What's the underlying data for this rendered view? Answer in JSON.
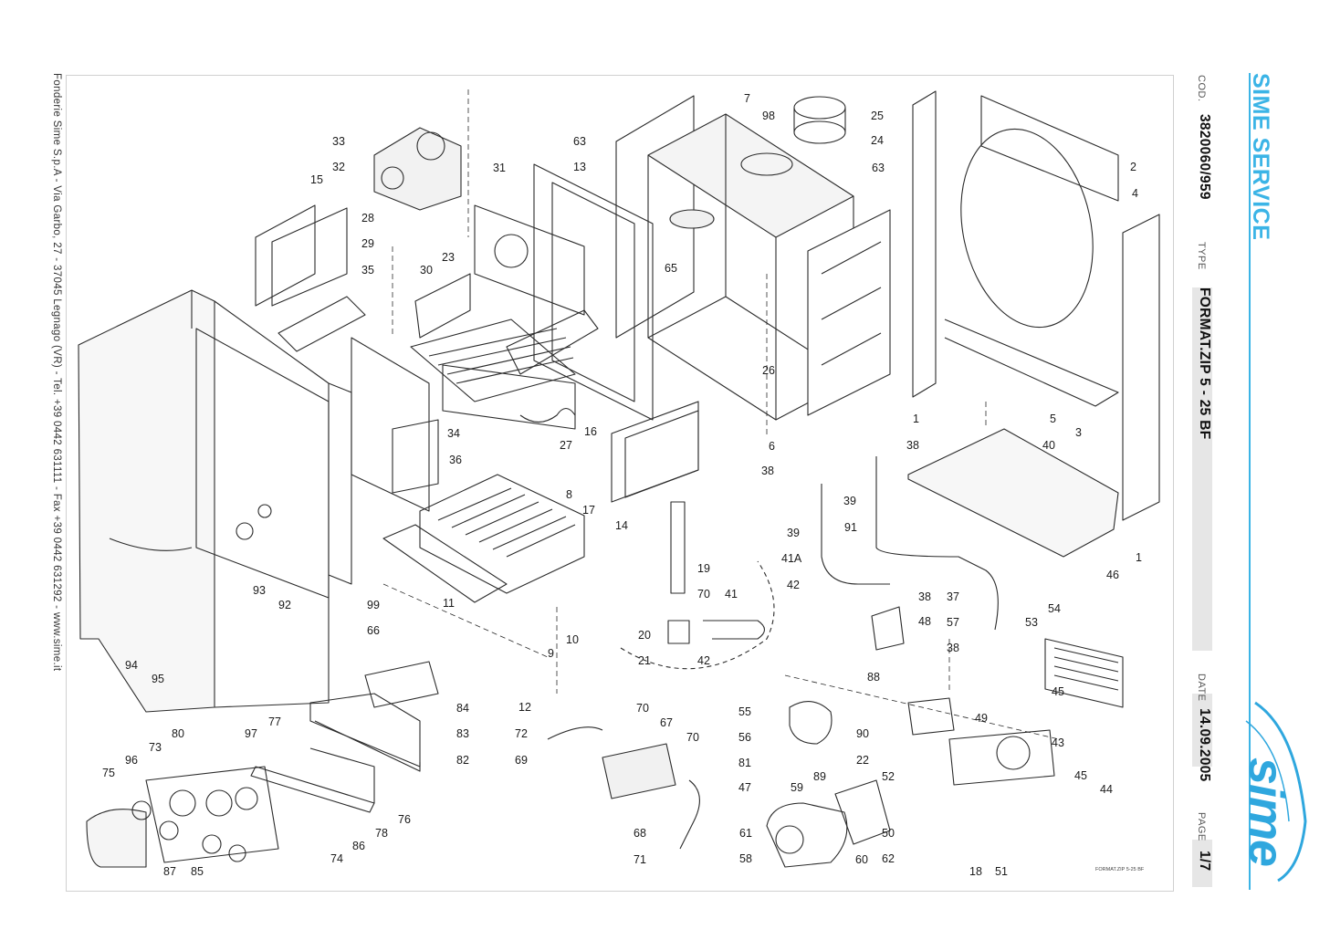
{
  "brand": "SIME SERVICE",
  "footer": "Fonderie Sime S.p.A - Via Garbo, 27 - 37045 Legnago (VR) - Tel. +39 0442 631111 - Fax +39 0442 631292 - www.sime.it",
  "sheet": {
    "cod_label": "COD.",
    "cod_value": "3820060/959",
    "type_label": "TYPE",
    "type_value": "FORMAT.ZIP 5 - 25 BF",
    "date_label": "DATE",
    "date_value": "14.09.2005",
    "page_label": "PAGE",
    "page_value": "1/7"
  },
  "logo": "sime",
  "drawing_code": "FORMAT.ZIP 5-25 BF",
  "colors": {
    "brand_blue": "#3bb4e6",
    "line": "#2b2b2b",
    "label_band": "#e6e6e6"
  },
  "callouts": [
    "1",
    "2",
    "3",
    "4",
    "5",
    "6",
    "7",
    "8",
    "9",
    "10",
    "11",
    "12",
    "13",
    "14",
    "15",
    "16",
    "17",
    "18",
    "19",
    "20",
    "21",
    "22",
    "23",
    "24",
    "25",
    "26",
    "27",
    "28",
    "29",
    "30",
    "31",
    "32",
    "33",
    "34",
    "35",
    "36",
    "37",
    "38",
    "39",
    "40",
    "41",
    "41A",
    "42",
    "43",
    "44",
    "45",
    "46",
    "47",
    "48",
    "49",
    "50",
    "51",
    "52",
    "53",
    "54",
    "55",
    "56",
    "57",
    "58",
    "59",
    "60",
    "61",
    "62",
    "63",
    "65",
    "66",
    "67",
    "68",
    "69",
    "70",
    "71",
    "72",
    "73",
    "74",
    "75",
    "76",
    "77",
    "78",
    "80",
    "81",
    "82",
    "83",
    "84",
    "85",
    "86",
    "87",
    "88",
    "89",
    "90",
    "91",
    "92",
    "93",
    "94",
    "95",
    "96",
    "97",
    "98",
    "99"
  ]
}
